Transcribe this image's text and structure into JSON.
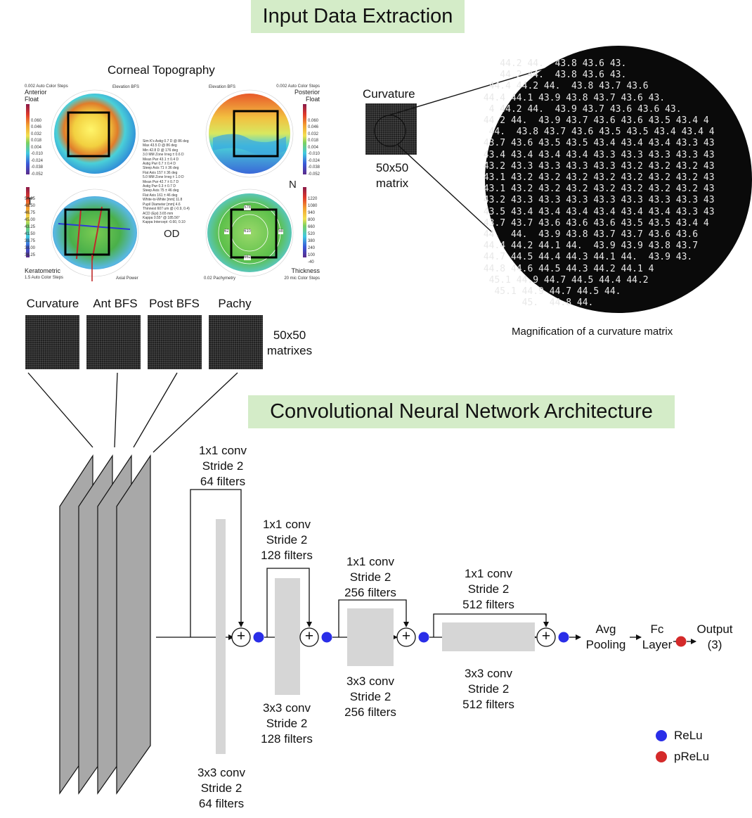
{
  "banners": {
    "top": "Input Data Extraction",
    "bottom": "Convolutional Neural Network Architecture"
  },
  "topography": {
    "title": "Corneal Topography",
    "corner_labels": {
      "T": "T",
      "N": "N",
      "OD": "OD"
    },
    "panel_labels": {
      "anterior": "Anterior",
      "float_left": "Float",
      "posterior": "Posterior",
      "float_right": "Float",
      "keratometric": "Keratometric",
      "thickness": "Thickness",
      "elevation_left": "Elevation BFS",
      "elevation_right": "Elevation BFS",
      "axial_power": "Axial Power",
      "pachymetry": "0.02 Pachymetry",
      "auto_color_left": "0.002 Auto Color Steps",
      "auto_color_right": "0.002 Auto Color Steps",
      "auto_color_bottom_left": "1.5 Auto Color Steps",
      "micron_steps": "20 mic Color Steps"
    },
    "scale_left_top": [
      "0.060",
      "0.046",
      "0.032",
      "0.018",
      "0.004",
      "-0.010",
      "-0.024",
      "-0.038",
      "-0.052"
    ],
    "scale_left_bottom": [
      "50.25",
      "48.50",
      "46.75",
      "45.00",
      "43.25",
      "41.50",
      "39.75",
      "38.00",
      "36.25"
    ],
    "scale_right_top": [
      "0.060",
      "0.046",
      "0.032",
      "0.018",
      "0.004",
      "-0.010",
      "-0.024",
      "-0.038",
      "-0.052"
    ],
    "scale_right_bottom": [
      "1220",
      "1080",
      "940",
      "800",
      "660",
      "520",
      "380",
      "240",
      "100",
      "-40"
    ],
    "pachy_values": [
      "610",
      "62",
      "58",
      "662",
      "578"
    ],
    "center_text": "Sim K's Astig 0.7 D @ 86 deg\nMax 43.5 D @ 86 deg\nMin 42.8 D @ 176 deg\n3.0 MM Zone Irreg ± 0.6 D\nMean Pwr 43.1 ± 0.4 D\nAstig Pwr 0.7 ± 0.4 D\nSteep Axis 71 ± 36 deg\nFlat Axis 157 ± 36 deg\n5.0 MM Zone Irreg ± 1.0 D\nMean Pwr 42.7 ± 0.7 D\nAstig Pwr 0.3 ± 0.7 D\nSteep Axis 75 ± 46 deg\nFlat Axis 161 ± 46 deg\nWhite-to-White [mm] 11.8\nPupil Diameter [mm] 4.6\nThinnest 607 um @ (-0.9, 0.4)\nACD (Epi) 3.65 mm\nKappa 0.55° @ 185.56°\nKappa Intercept -0.60, 0.10"
  },
  "curvature_block": {
    "label": "Curvature",
    "size": "50x50\nmatrix"
  },
  "magnification": {
    "rows": [
      "    44.2 44.  43.8 43.6 43.",
      "    44.2 44.  43.8 43.6 43.",
      "  44.4 44.2 44.  43.8 43.7 43.6 ",
      " 44.4 44.1 43.9 43.8 43.7 43.6 43.",
      "  4 44.2 44.  43.9 43.7 43.6 43.6 43.",
      " 44.2 44.  43.9 43.7 43.6 43.6 43.5 43.4 4",
      "  44.  43.8 43.7 43.6 43.5 43.5 43.4 43.4 4",
      " 43.7 43.6 43.5 43.5 43.4 43.4 43.4 43.3 43",
      " 43.4 43.4 43.4 43.4 43.3 43.3 43.3 43.3 43",
      " 43.2 43.3 43.3 43.3 43.3 43.2 43.2 43.2 43",
      " 43.1 43.2 43.2 43.2 43.2 43.2 43.2 43.2 43",
      " 43.1 43.2 43.2 43.2 43.2 43.2 43.2 43.2 43",
      " 43.2 43.3 43.3 43.3 43.3 43.3 43.3 43.3 43",
      " 43.5 43.4 43.4 43.4 43.4 43.4 43.4 43.3 43",
      " 43.7 43.7 43.6 43.6 43.6 43.5 43.5 43.4 4",
      " 44.  44.  43.9 43.8 43.7 43.7 43.6 43.6 ",
      " 44.4 44.2 44.1 44.  43.9 43.9 43.8 43.7 ",
      " 44.7 44.5 44.4 44.3 44.1 44.  43.9 43.",
      " 44.8 44.6 44.5 44.3 44.2 44.1 4",
      "  45.1 44.9 44.7 44.5 44.4 44.2 ",
      "   45.1 44.9 44.7 44.5 44.",
      "        45.  44.8 44."
    ],
    "caption": "Magnification of a curvature matrix"
  },
  "matrices": {
    "labels": [
      "Curvature",
      "Ant BFS",
      "Post BFS",
      "Pachy"
    ],
    "size": "50x50\nmatrixes"
  },
  "network": {
    "blocks": [
      {
        "shortcut": "1x1 conv\nStride 2\n64 filters",
        "main": "3x3 conv\nStride 2\n64 filters"
      },
      {
        "shortcut": "1x1 conv\nStride 2\n128 filters",
        "main": "3x3 conv\nStride 2\n128 filters"
      },
      {
        "shortcut": "1x1 conv\nStride 2\n256 filters",
        "main": "3x3 conv\nStride 2\n256 filters"
      },
      {
        "shortcut": "1x1 conv\nStride 2\n512 filters",
        "main": "3x3 conv\nStride 2\n512 filters"
      }
    ],
    "pooling": "Avg\nPooling",
    "fc": "Fc\nLayer",
    "output": "Output\n(3)",
    "plus_symbol": "+"
  },
  "legend": {
    "relu": "ReLu",
    "prelu": "pReLu"
  },
  "colors": {
    "banner_bg": "#d4ecc8",
    "relu": "#2a2ee8",
    "prelu": "#d42a2a",
    "block_fill": "#d6d6d6",
    "input_plane": "#a8a8a8"
  }
}
